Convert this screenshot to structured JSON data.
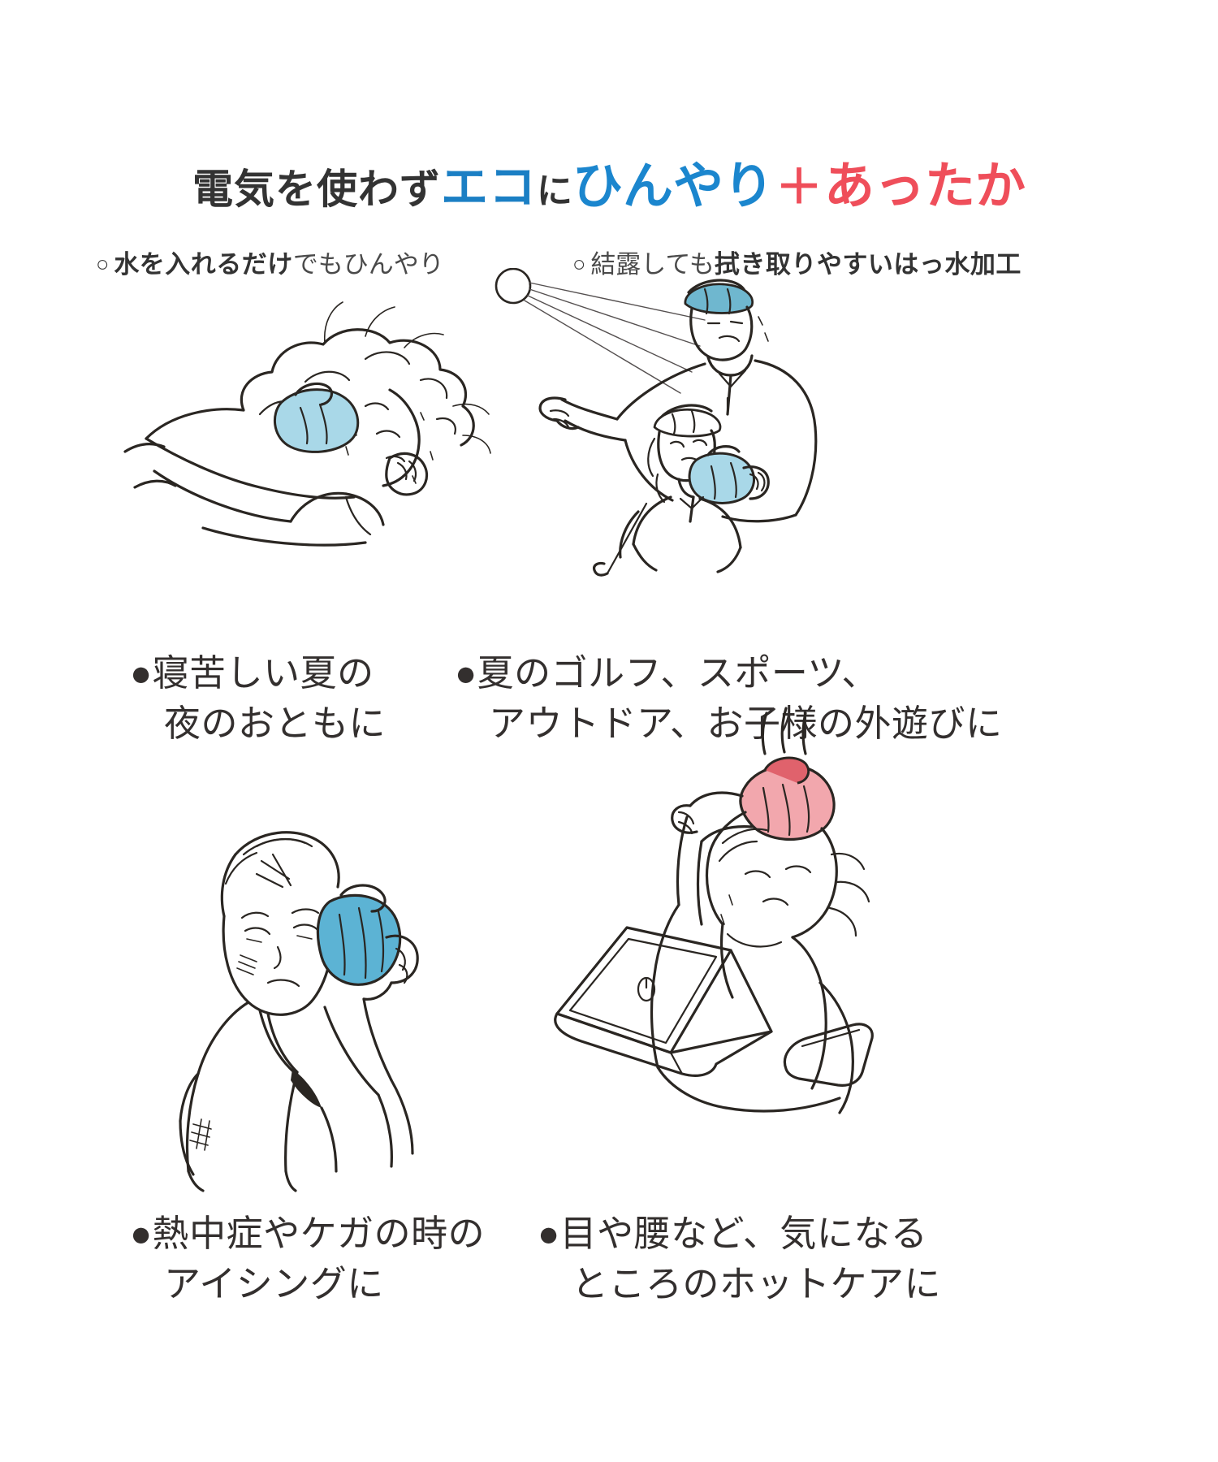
{
  "headline": {
    "part1": "電気を使わず",
    "part2": "エコ",
    "part3": "に",
    "part4": "ひんやり",
    "plus": "＋",
    "part5": "あったか",
    "colors": {
      "dark": "#333333",
      "blue": "#1b86ce",
      "eco_blue": "#1b7fc4",
      "red": "#ef4e5a"
    }
  },
  "subheads": [
    {
      "marker": "○",
      "bold": "水を入れるだけ",
      "normal": "でもひんやり"
    },
    {
      "marker": "○",
      "normal": "結露しても",
      "bold": "拭き取りやすいはっ水加工"
    }
  ],
  "panels": [
    {
      "id": "sleeping",
      "caption_line1": "●寝苦しい夏の",
      "caption_line2": "夜のおともに",
      "pack_color": "#a9d8e8",
      "pack_type": "cool"
    },
    {
      "id": "golf-sports",
      "caption_line1": "●夏のゴルフ、スポーツ、",
      "caption_line2": "アウトドア、お子様の外遊びに",
      "pack_color": "#a9d8e8",
      "pack_type": "cool"
    },
    {
      "id": "heatstroke-icing",
      "caption_line1": "●熱中症やケガの時の",
      "caption_line2": "アイシングに",
      "pack_color": "#6fbcd8",
      "pack_type": "cool"
    },
    {
      "id": "hot-care",
      "caption_line1": "●目や腰など、気になる",
      "caption_line2": "ところのホットケアに",
      "pack_color": "#f3a8ae",
      "pack_type": "hot"
    }
  ],
  "icons": {
    "sun": "sun-icon",
    "laptop": "laptop-icon",
    "phone": "phone-icon",
    "steam": "steam-icon",
    "bandage": "bandage-icon"
  }
}
